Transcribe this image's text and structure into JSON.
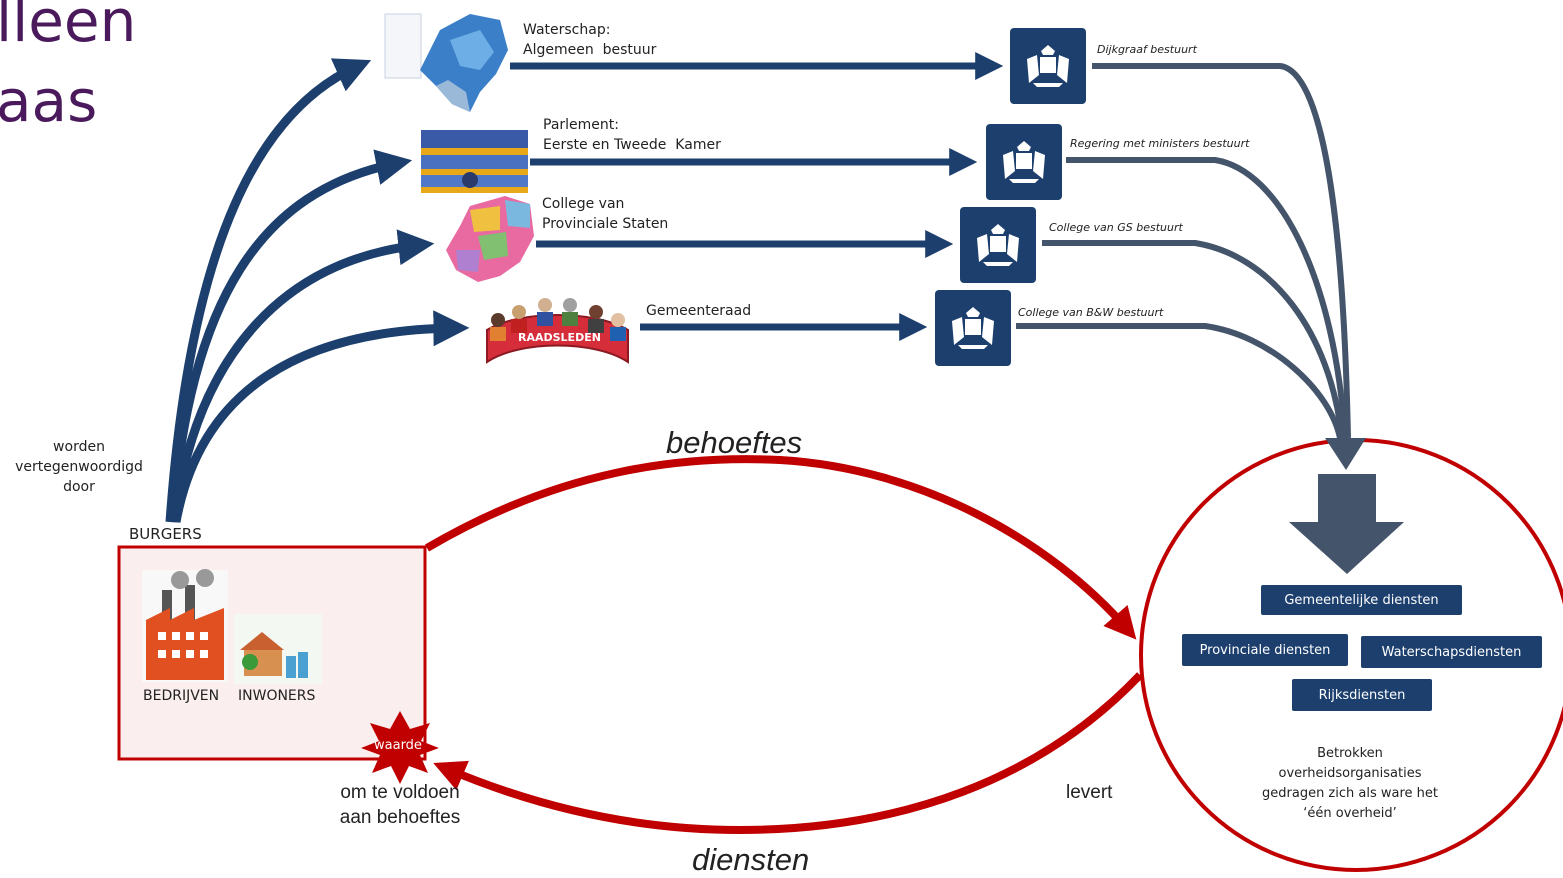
{
  "heading": {
    "line1": "lleen",
    "line2": "aas"
  },
  "rep": {
    "waterschap": "Waterschap:\nAlgemeen  bestuur",
    "parlement": "Parlement:\nEerste en Tweede  Kamer",
    "provincie": "College van\nProvinciale Staten",
    "gemeente": "Gemeenteraad",
    "raadsleden_banner": "RAADSLEDEN"
  },
  "gov": {
    "dijkgraaf": "Dijkgraaf bestuurt",
    "regering": "Regering met ministers bestuurt",
    "gs": "College van GS bestuurt",
    "bw": "College van B&W bestuurt"
  },
  "burgers": {
    "represented": "worden\nvertegenwoordigd\ndoor",
    "title": "BURGERS",
    "bedrijven": "BEDRIJVEN",
    "inwoners": "INWONERS",
    "waarde": "waarde",
    "om_te_voldoen": "om te voldoen\naan behoeftes"
  },
  "flows": {
    "behoeftes": "behoeftes",
    "diensten": "diensten",
    "levert": "levert"
  },
  "services": {
    "gemeentelijk": "Gemeentelijke diensten",
    "provinciaal": "Provinciale diensten",
    "waterschap": "Waterschapsdiensten",
    "rijk": "Rijksdiensten"
  },
  "circle_text": "Betrokken\noverheidsorganisaties\ngedragen zich als ware het\n‘één overheid’",
  "colors": {
    "navy": "#1c3f6e",
    "slate": "#44546a",
    "red": "#c00000",
    "purple": "#4a1a5c"
  }
}
